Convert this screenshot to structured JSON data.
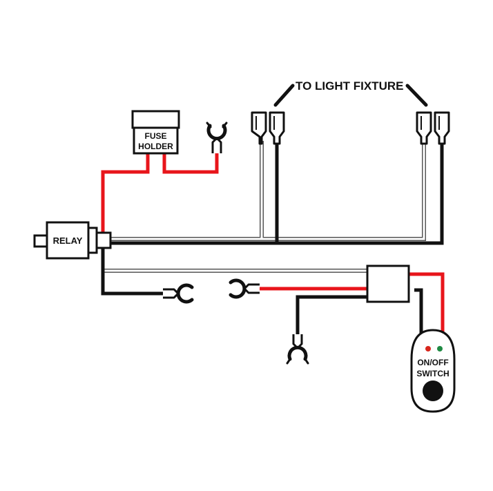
{
  "labels": {
    "light_fixture": "TO LIGHT FIXTURE",
    "fuse_line1": "FUSE",
    "fuse_line2": "HOLDER",
    "relay": "RELAY",
    "switch_line1": "ON/OFF",
    "switch_line2": "SWITCH"
  },
  "colors": {
    "red_wire": "#e8151b",
    "black_wire": "#111111",
    "white_wire_outline": "#555555",
    "indicator_red": "#d8261c",
    "indicator_green": "#1f8a43"
  }
}
